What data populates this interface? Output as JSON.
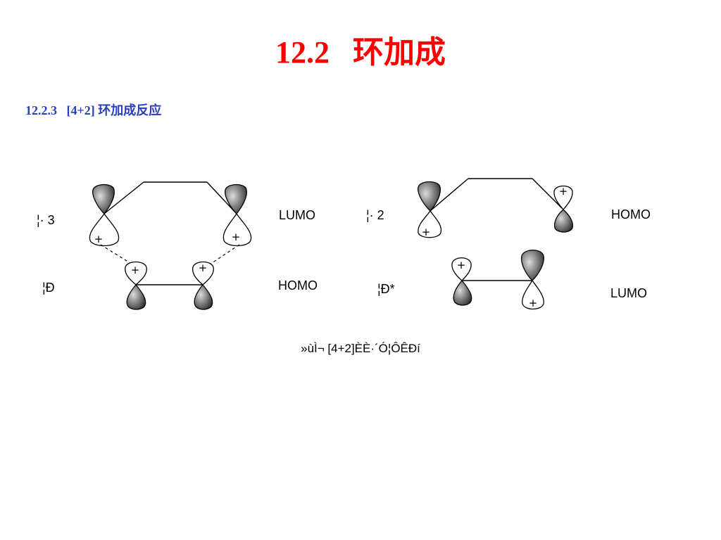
{
  "title": "12.2   环加成",
  "subtitle": "12.2.3   [4+2] 环加成反应",
  "labels": {
    "left_top": "¦· 3",
    "left_bottom": "¦Ð",
    "right_top": "¦· 2",
    "right_bottom": "¦Ð*"
  },
  "orbitals": {
    "left_top": "LUMO",
    "left_bottom": "HOMO",
    "right_top": "HOMO",
    "right_bottom": "LUMO"
  },
  "phase_sign": "+",
  "caption": "»ùÌ¬ [4+2]ÈÈ·´Ó¦ÔÊÐí"
}
